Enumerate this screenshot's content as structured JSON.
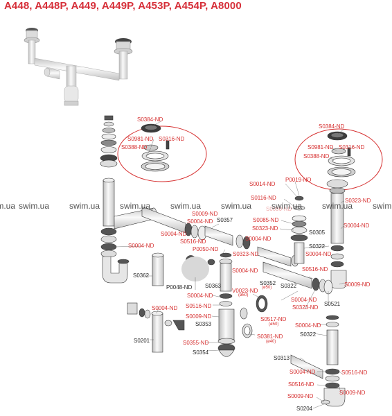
{
  "title": "A448, A448P, A449, A449P, A453P, A454P, A8000",
  "watermark": "swim.ua",
  "labels": {
    "s0384_left": "S0384-ND",
    "s0981_left": "S0981-ND",
    "s0316_left": "S0316-ND",
    "s0388_left": "S0388-ND",
    "s0384_right": "S0384-ND",
    "s0981_right": "S0981-ND",
    "s0316_right": "S0316-ND",
    "s0388_right": "S0388-ND",
    "p0019": "P0019-ND",
    "s0014": "S0014-ND",
    "s0116": "S0116-ND",
    "s0090": "S0090-ND",
    "s0085": "S0085-ND",
    "s0323_a": "S0323-ND",
    "s0323_b": "S0323-ND",
    "s0323_c": "S0323-ND",
    "s0323_d": "S0323-ND",
    "s0009_a": "S0009-ND",
    "s0009_b": "S0009-ND",
    "s0009_c": "S0009-ND",
    "s0009_d": "S0009-ND",
    "s0004_a": "S0004-ND",
    "s0004_b": "S0004-ND",
    "s0004_c": "S0004-ND",
    "s0004_d": "S0004-ND",
    "s0004_e": "S0004-ND",
    "s0004_f": "S0004-ND",
    "s0004_g": "S0004-ND",
    "s0004_h": "S0004-ND",
    "s0004_i": "S0004-ND",
    "s0004_j": "S0004-ND",
    "s0004_k": "S0004-ND",
    "s0516_a": "S0516-ND",
    "s0516_b": "S0516-ND",
    "s0516_c": "S0516-ND",
    "s0516_d": "S0516-ND",
    "s0516_e": "S0516-ND",
    "p0050": "P0050-ND",
    "p0048": "P0048-ND",
    "v0023": "V0023-ND",
    "v0023_sub": "(ø50)",
    "s0517": "S0517-ND",
    "s0517_sub": "(ø50)",
    "s0381": "S0381-ND",
    "s0381_sub": "(ø40)",
    "s0355": "S0355-ND",
    "s0357": "S0357",
    "s0305": "S0305",
    "s0322_a": "S0322",
    "s0322_b": "S0322",
    "s0322_c": "S0322",
    "s0362": "S0362",
    "s0363": "S0363",
    "s0352": "S0352",
    "s0352_sub": "(ø50)",
    "s0521": "S0521",
    "s0353": "S0353",
    "s0354": "S0354",
    "s0201": "S0201",
    "s0313": "S0313",
    "s0204": "S0204"
  },
  "colors": {
    "label_red": "#d62f2f",
    "title_red": "#d6303a",
    "callout_circle": "#d62f2f",
    "part_gray": "#e6e6e6",
    "outline": "#333333"
  }
}
